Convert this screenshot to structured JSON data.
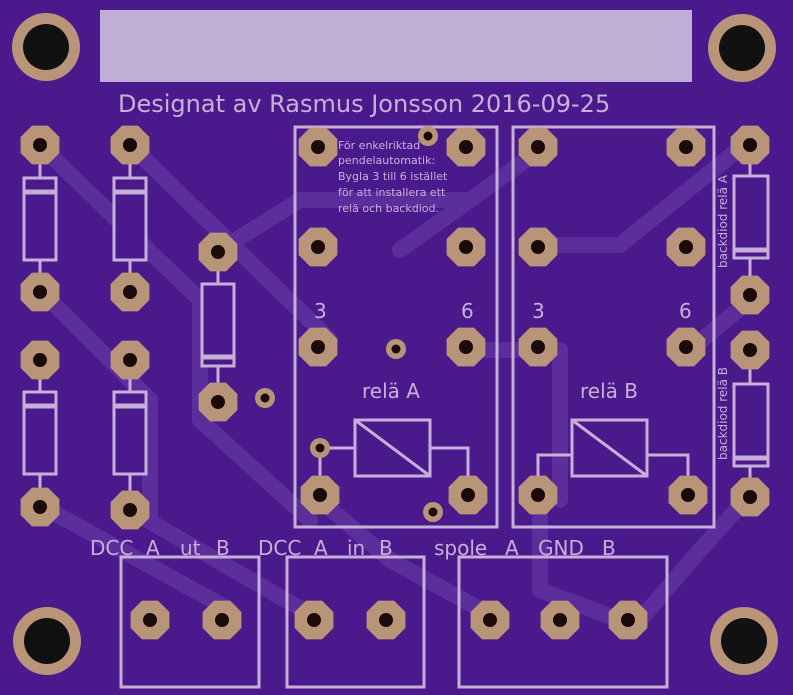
{
  "board": {
    "title": "Designat av Rasmus Jonsson 2016-09-25",
    "note_lines": [
      "För enkelriktad",
      "pendelautomatik:",
      "Bygla 3 till 6 istället",
      "för att installera ett",
      "relä och backdiod."
    ],
    "relay_a": {
      "label": "relä A",
      "pin_left": "3",
      "pin_right": "6"
    },
    "relay_b": {
      "label": "relä B",
      "pin_left": "3",
      "pin_right": "6"
    },
    "backdiod_a": "backdiod relä A",
    "backdiod_b": "backdiod relä B",
    "connectors": {
      "dcc_out": [
        "DCC",
        "A",
        "ut",
        "B"
      ],
      "dcc_in": [
        "DCC",
        "A",
        "in",
        "B"
      ],
      "spole": [
        "spole",
        "A",
        "GND",
        "B"
      ]
    }
  },
  "colors": {
    "board": "#4a1a8c",
    "silk": "#c7b0d8",
    "pad": "#b89478",
    "hole": "#1a0a0a",
    "trace": "#5a2d9a"
  }
}
